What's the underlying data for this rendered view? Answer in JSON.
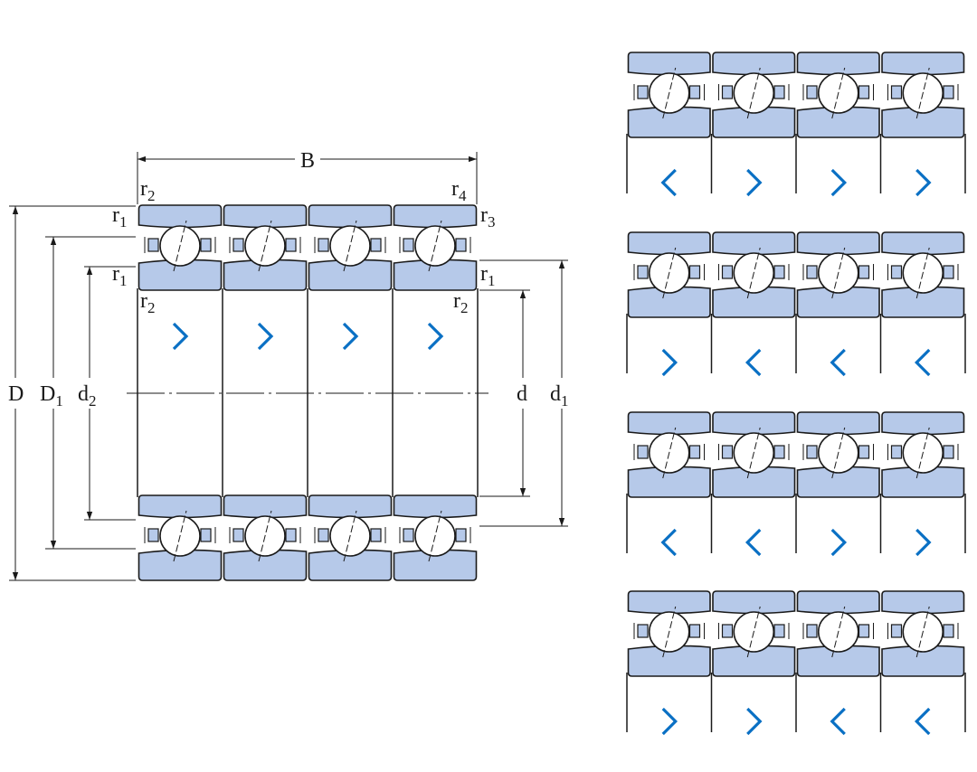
{
  "colors": {
    "ring_fill": "#b6c9e9",
    "outline": "#1a1a1a",
    "direction_arrow": "#0a70c4"
  },
  "dimensions": {
    "width": "B",
    "outer_diameter": {
      "main": "D",
      "sub": ""
    },
    "outer_shoulder": {
      "main": "D",
      "sub": "1"
    },
    "inner_shoulder_left": {
      "main": "d",
      "sub": "2"
    },
    "bore": {
      "main": "d",
      "sub": ""
    },
    "inner_shoulder_right": {
      "main": "d",
      "sub": "1"
    }
  },
  "chamfers": {
    "top_left_r2": {
      "main": "r",
      "sub": "2"
    },
    "top_left_r1": {
      "main": "r",
      "sub": "1"
    },
    "mid_left_r1": {
      "main": "r",
      "sub": "1"
    },
    "mid_left_r2": {
      "main": "r",
      "sub": "2"
    },
    "top_right_r4": {
      "main": "r",
      "sub": "4"
    },
    "top_right_r3": {
      "main": "r",
      "sub": "3"
    },
    "mid_right_r1": {
      "main": "r",
      "sub": "1"
    },
    "mid_right_r2": {
      "main": "r",
      "sub": "2"
    }
  },
  "main_set": {
    "bearing_count": 4,
    "arrows": [
      "right",
      "right",
      "right",
      "right"
    ]
  },
  "arrangements": [
    {
      "arrows": [
        "left",
        "right",
        "right",
        "right"
      ]
    },
    {
      "arrows": [
        "right",
        "left",
        "left",
        "left"
      ]
    },
    {
      "arrows": [
        "left",
        "left",
        "right",
        "right"
      ]
    },
    {
      "arrows": [
        "right",
        "right",
        "left",
        "left"
      ]
    }
  ]
}
